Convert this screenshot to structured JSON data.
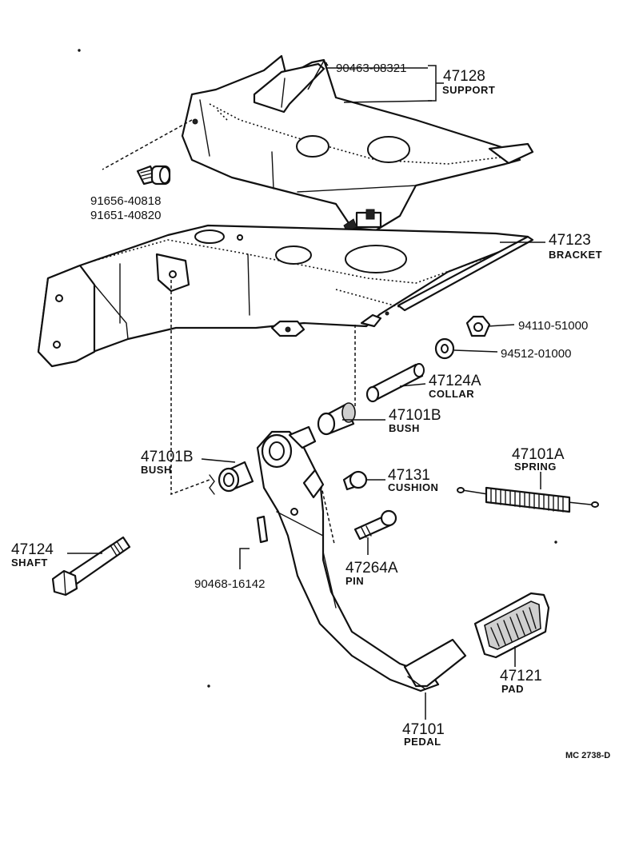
{
  "parts": {
    "support": {
      "number": "47128",
      "name": "SUPPORT"
    },
    "support_bolt": {
      "number": "90463-08321"
    },
    "bolt_a": {
      "number": "91656-40818"
    },
    "bolt_b": {
      "number": "91651-40820"
    },
    "bracket": {
      "number": "47123",
      "name": "BRACKET"
    },
    "nut_a": {
      "number": "94110-51000"
    },
    "nut_b": {
      "number": "94512-01000"
    },
    "collar": {
      "number": "47124A",
      "name": "COLLAR"
    },
    "bush_right": {
      "number": "47101B",
      "name": "BUSH"
    },
    "bush_left": {
      "number": "47101B",
      "name": "BUSH"
    },
    "cushion": {
      "number": "47131",
      "name": "CUSHION"
    },
    "spring": {
      "number": "47101A",
      "name": "SPRING"
    },
    "shaft": {
      "number": "47124",
      "name": "SHAFT"
    },
    "clip": {
      "number": "90468-16142"
    },
    "pin": {
      "number": "47264A",
      "name": "PIN"
    },
    "pad": {
      "number": "47121",
      "name": "PAD"
    },
    "pedal": {
      "number": "47101",
      "name": "PEDAL"
    }
  },
  "drawing_code": "MC 2738-D"
}
